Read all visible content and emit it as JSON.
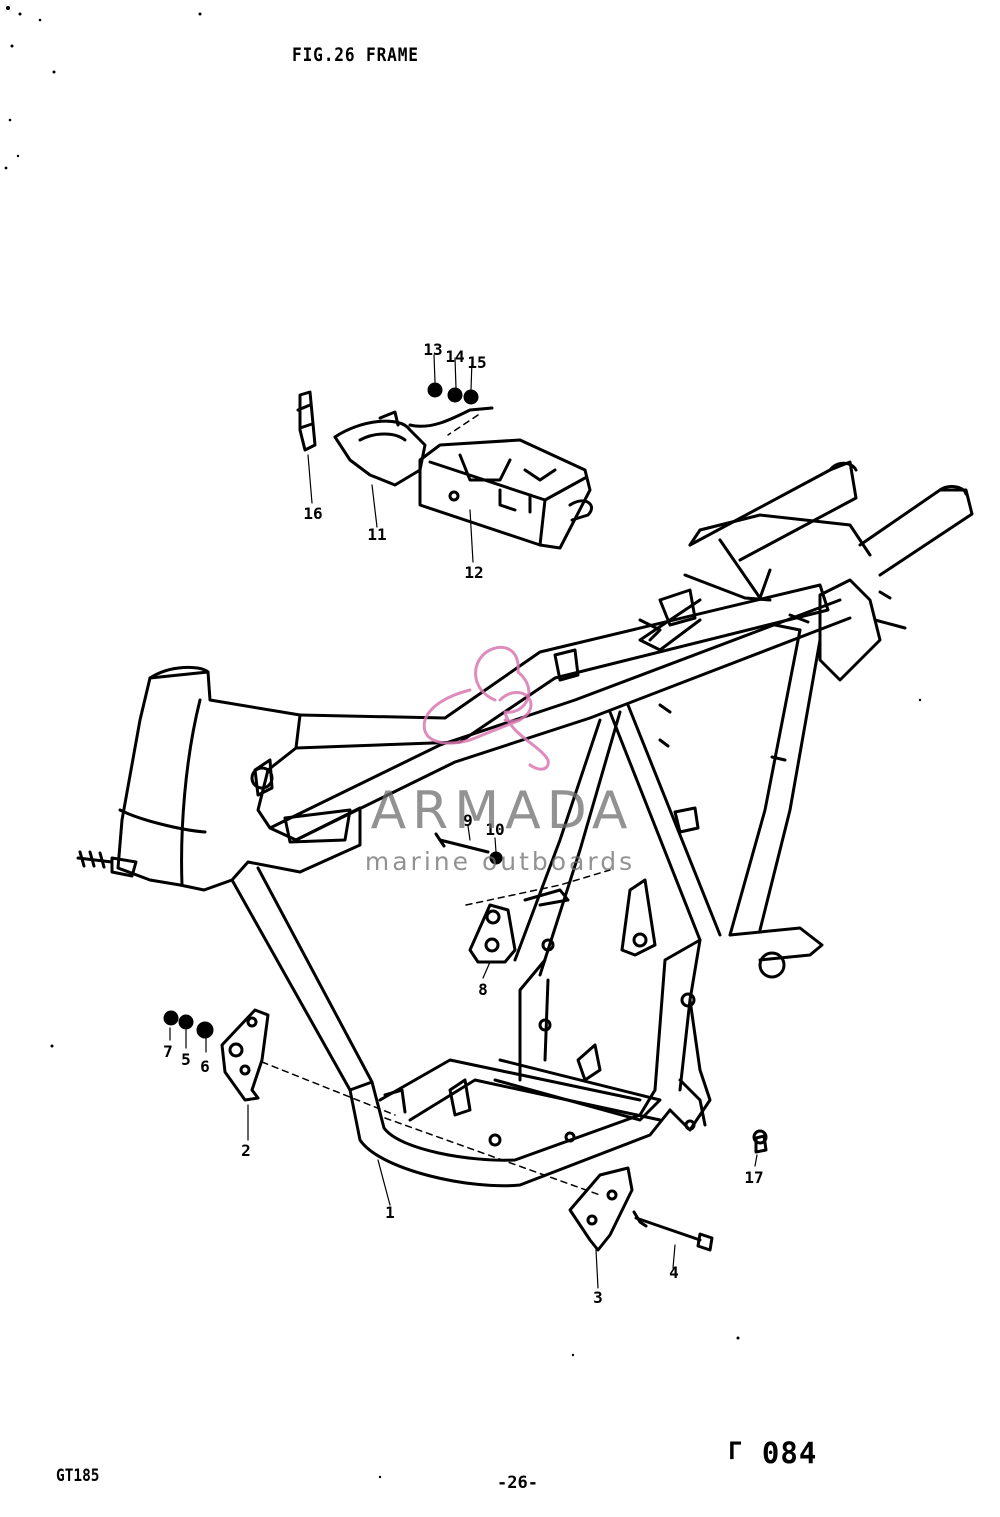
{
  "figure": {
    "title": "FIG.26  FRAME"
  },
  "callouts": {
    "c1": "1",
    "c2": "2",
    "c3": "3",
    "c4": "4",
    "c5": "5",
    "c6": "6",
    "c7": "7",
    "c8": "8",
    "c9": "9",
    "c10": "10",
    "c11": "11",
    "c12": "12",
    "c13": "13",
    "c14": "14",
    "c15": "15",
    "c16": "16",
    "c17": "17"
  },
  "footer": {
    "model": "GT185",
    "page": "-26-",
    "ref": "084"
  },
  "watermark": {
    "brand": "ARMADA",
    "tagline": "marine outboards",
    "color": "#d978b0"
  }
}
